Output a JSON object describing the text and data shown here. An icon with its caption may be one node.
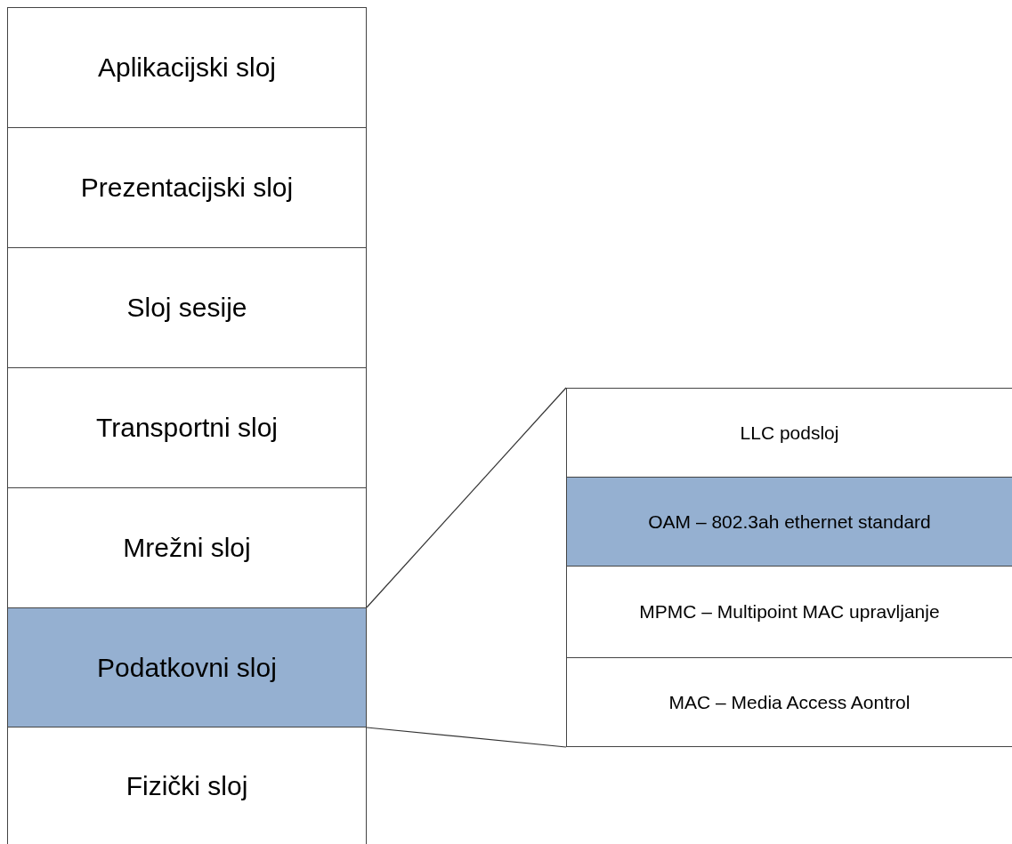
{
  "diagram": {
    "nodes": [
      {
        "text": [
          "Aplikacijski sloj"
        ]
      },
      {
        "text": [
          "Prezentacijski sloj"
        ]
      },
      {
        "text": [
          "Sloj sesije"
        ]
      },
      {
        "text": [
          "Transportni sloj"
        ]
      },
      {
        "text": [
          "Mrežni sloj"
        ]
      },
      {
        "text": [
          "Podatkovni sloj"
        ]
      },
      {
        "text": [
          "Fizički sloj"
        ]
      },
      {
        "text": [
          "LLC podsloj"
        ]
      },
      {
        "text": [
          "OAM – 802.3ah ethernet standard"
        ]
      },
      {
        "text": [
          "MPMC – Multipoint MAC upravljanje"
        ]
      },
      {
        "text": [
          "MAC – Media Access Aontrol"
        ]
      }
    ],
    "edges": [
      {
        "from": 5,
        "to": 7,
        "arrow": "none"
      },
      {
        "from": 5,
        "to": 10,
        "arrow": "none"
      }
    ]
  }
}
